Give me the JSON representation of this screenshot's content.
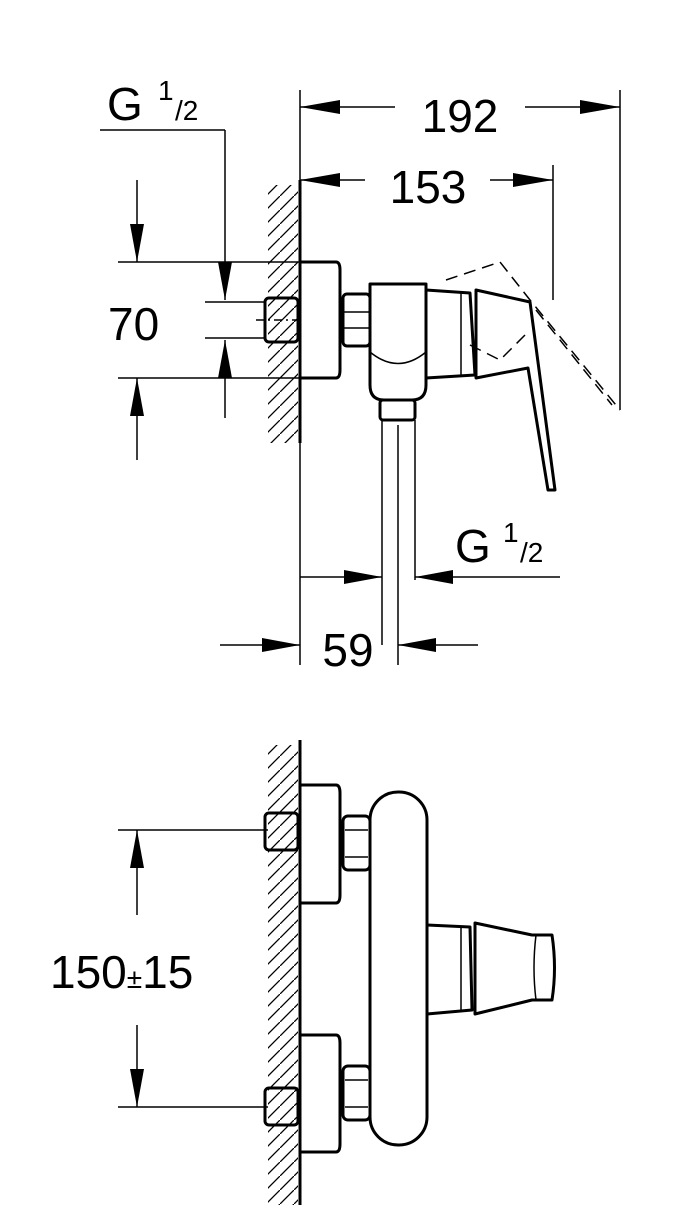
{
  "drawing": {
    "title": "Shower mixer dimension drawing",
    "top_view": {
      "dim_overall": "192",
      "dim_lever": "153",
      "dim_centers": "70",
      "dim_wall_to_outlet": "59",
      "thread_inlet": {
        "main": "G",
        "num": "1",
        "den": "/2"
      },
      "thread_outlet": {
        "main": "G",
        "num": "1",
        "den": "/2"
      }
    },
    "front_view": {
      "dim_spacing": "150",
      "dim_tolerance_sign": "±",
      "dim_tolerance": "15"
    }
  }
}
